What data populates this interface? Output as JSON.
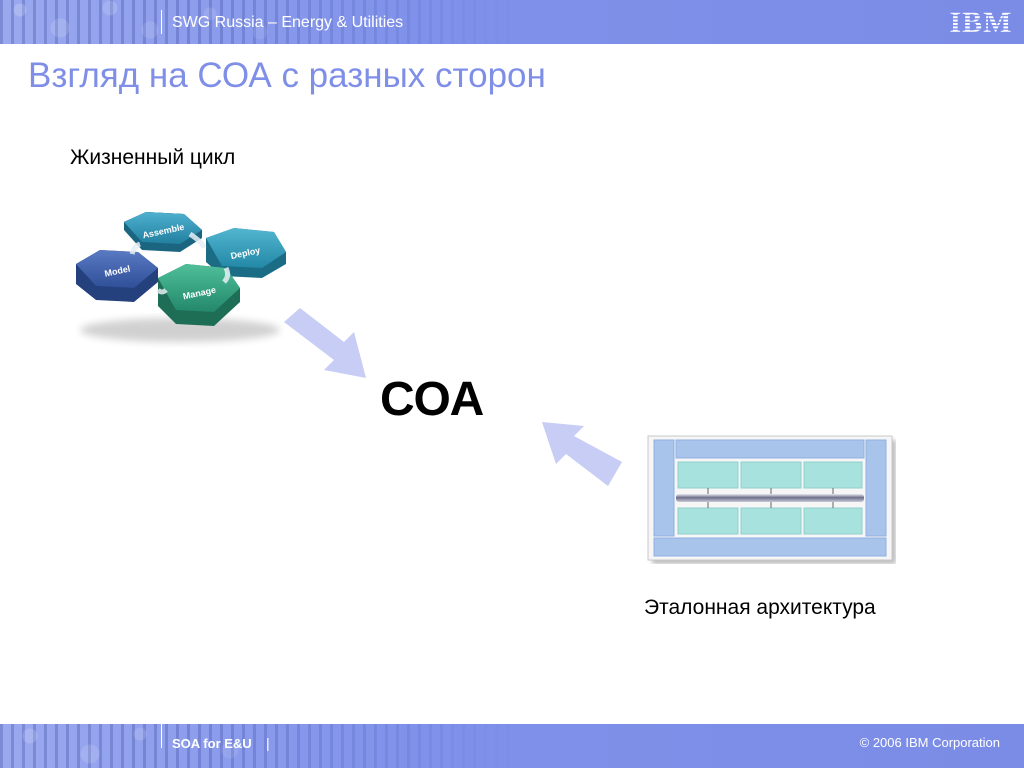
{
  "header": {
    "title": "SWG Russia – Energy & Utilities",
    "logo_text": "IBM"
  },
  "slide": {
    "title": "Взгляд на СОА с разных сторон",
    "lifecycle_label": "Жизненный цикл",
    "center_label": "СОА",
    "reference_label": "Эталонная архитектура"
  },
  "lifecycle": {
    "stages": [
      "Model",
      "Assemble",
      "Deploy",
      "Manage"
    ]
  },
  "footer": {
    "left": "SOA for E&U",
    "pipe": "|",
    "right": "© 2006  IBM Corporation"
  },
  "colors": {
    "accent": "#7f8fe8",
    "header": "#7f91ea",
    "arrow": "#c7cdf5",
    "model": "#3a5aa3",
    "assemble": "#2d8fb0",
    "deploy": "#2e9ab5",
    "manage": "#2e9a7a"
  }
}
